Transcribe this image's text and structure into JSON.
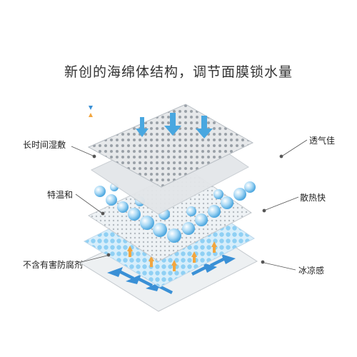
{
  "title": "新创的海绵体结构，调节面膜锁水量",
  "labels": {
    "left_1": "长时间湿敷",
    "left_2": "特温和",
    "left_3": "不含有害防腐剂",
    "right_1": "透气佳",
    "right_2": "散热快",
    "right_3": "冰凉感"
  },
  "colors": {
    "accent_blue": "#3aa0dc",
    "bubble_blue": "#7cc0ea",
    "arrow_orange": "#f2a640",
    "layer_gray": "#e6e8ea",
    "leader_line": "#555555"
  },
  "icons": {
    "legend": "blue-down-orange-up-arrows",
    "flow": "down-arrow"
  }
}
